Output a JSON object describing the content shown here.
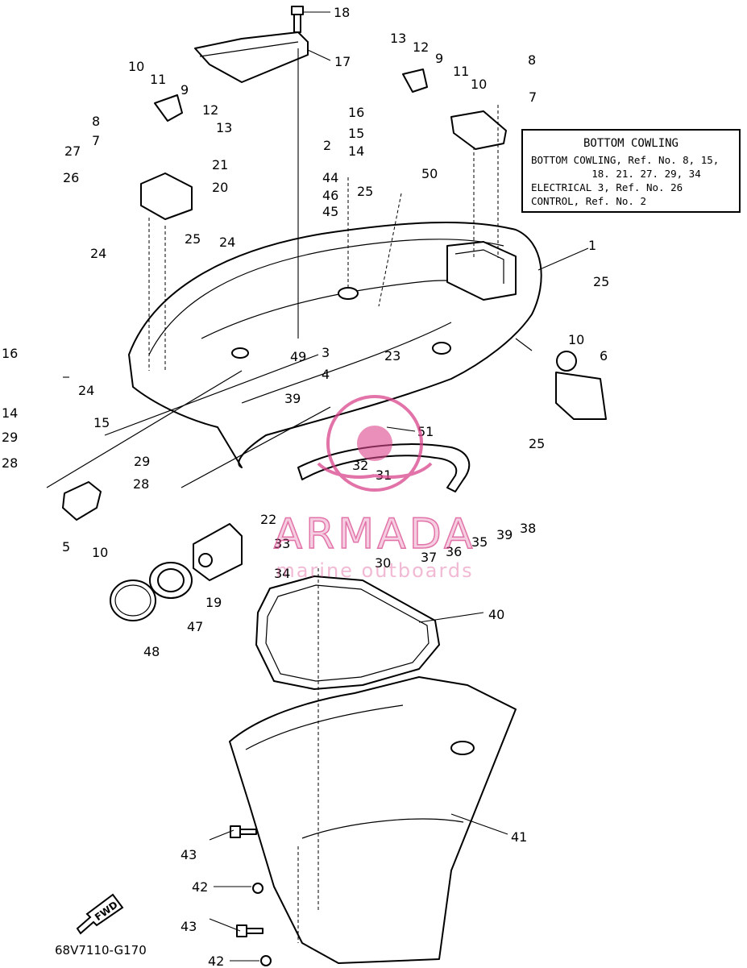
{
  "diagram": {
    "code": "68V7110-G170",
    "fwd_label": "FWD",
    "legend": {
      "title": "BOTTOM COWLING",
      "lines": [
        "BOTTOM COWLING, Ref. No. 8, 15,",
        "          18. 21. 27. 29, 34",
        "ELECTRICAL 3, Ref. No. 26",
        "CONTROL, Ref. No. 2"
      ]
    },
    "watermark": {
      "brand": "ARMADA",
      "tagline": "marine outboards",
      "color": "#d9458c"
    },
    "callouts": [
      {
        "id": "c18",
        "text": "18"
      },
      {
        "id": "c17",
        "text": "17"
      },
      {
        "id": "c13a",
        "text": "13"
      },
      {
        "id": "c12a",
        "text": "12"
      },
      {
        "id": "c9a",
        "text": "9"
      },
      {
        "id": "c11a",
        "text": "11"
      },
      {
        "id": "c10a",
        "text": "10"
      },
      {
        "id": "c8a",
        "text": "8"
      },
      {
        "id": "c7a",
        "text": "7"
      },
      {
        "id": "c16a",
        "text": "16"
      },
      {
        "id": "c15a",
        "text": "15"
      },
      {
        "id": "c14a",
        "text": "14"
      },
      {
        "id": "c2",
        "text": "2"
      },
      {
        "id": "c44",
        "text": "44"
      },
      {
        "id": "c46",
        "text": "46"
      },
      {
        "id": "c45",
        "text": "45"
      },
      {
        "id": "c25a",
        "text": "25"
      },
      {
        "id": "c50",
        "text": "50"
      },
      {
        "id": "c10b",
        "text": "10"
      },
      {
        "id": "c11b",
        "text": "11"
      },
      {
        "id": "c9b",
        "text": "9"
      },
      {
        "id": "c12b",
        "text": "12"
      },
      {
        "id": "c13b",
        "text": "13"
      },
      {
        "id": "c8b",
        "text": "8"
      },
      {
        "id": "c27",
        "text": "27"
      },
      {
        "id": "c7b",
        "text": "7"
      },
      {
        "id": "c26",
        "text": "26"
      },
      {
        "id": "c21",
        "text": "21"
      },
      {
        "id": "c20",
        "text": "20"
      },
      {
        "id": "c25b",
        "text": "25"
      },
      {
        "id": "c24a",
        "text": "24"
      },
      {
        "id": "c24b",
        "text": "24"
      },
      {
        "id": "c1",
        "text": "1"
      },
      {
        "id": "c25c",
        "text": "25"
      },
      {
        "id": "c10c",
        "text": "10"
      },
      {
        "id": "c6",
        "text": "6"
      },
      {
        "id": "c3",
        "text": "3"
      },
      {
        "id": "c4",
        "text": "4"
      },
      {
        "id": "c23",
        "text": "23"
      },
      {
        "id": "c49",
        "text": "49"
      },
      {
        "id": "c39a",
        "text": "39"
      },
      {
        "id": "c16b",
        "text": "16"
      },
      {
        "id": "c24c",
        "text": "24"
      },
      {
        "id": "c14b",
        "text": "14"
      },
      {
        "id": "c15b",
        "text": "15"
      },
      {
        "id": "c29a",
        "text": "29"
      },
      {
        "id": "c28a",
        "text": "28"
      },
      {
        "id": "c29b",
        "text": "29"
      },
      {
        "id": "c28b",
        "text": "28"
      },
      {
        "id": "c51",
        "text": "51"
      },
      {
        "id": "c25d",
        "text": "25"
      },
      {
        "id": "c32",
        "text": "32"
      },
      {
        "id": "c31",
        "text": "31"
      },
      {
        "id": "c22",
        "text": "22"
      },
      {
        "id": "c33",
        "text": "33"
      },
      {
        "id": "c34",
        "text": "34"
      },
      {
        "id": "c30",
        "text": "30"
      },
      {
        "id": "c37",
        "text": "37"
      },
      {
        "id": "c36",
        "text": "36"
      },
      {
        "id": "c35",
        "text": "35"
      },
      {
        "id": "c39b",
        "text": "39"
      },
      {
        "id": "c38",
        "text": "38"
      },
      {
        "id": "c5",
        "text": "5"
      },
      {
        "id": "c10d",
        "text": "10"
      },
      {
        "id": "c19",
        "text": "19"
      },
      {
        "id": "c47",
        "text": "47"
      },
      {
        "id": "c48",
        "text": "48"
      },
      {
        "id": "c40",
        "text": "40"
      },
      {
        "id": "c41",
        "text": "41"
      },
      {
        "id": "c43a",
        "text": "43"
      },
      {
        "id": "c42a",
        "text": "42"
      },
      {
        "id": "c43b",
        "text": "43"
      },
      {
        "id": "c42b",
        "text": "42"
      }
    ]
  }
}
